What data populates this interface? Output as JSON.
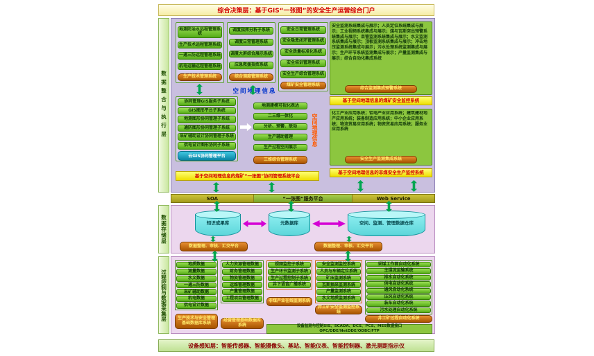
{
  "top_banner": "综合决策层：基于GIS“一张图”的安全生产运营综合门户",
  "bottom_banner": "设备感知层：智能传感器、智能摄像头、基站、智能仪表、智能控制器、激光测距指示仪",
  "side_labels": {
    "integration": "数据整合与执行层",
    "storage": "数据存储层",
    "process": "过程控制与数据采集层"
  },
  "integration_layer": {
    "tech_box": {
      "items": [
        "地测防治水远程管理系统",
        "生产技术远程管理系统",
        "一通三防远程管理系统",
        "机电运输远程管理系统"
      ],
      "button": "生产技术管理系统"
    },
    "dispatch_box": {
      "items": [
        "调度指挥分析子系统",
        "调度日常管理系统",
        "调度大屏综合展示系统",
        "应急救援指挥系统"
      ],
      "button": "综合调度管理系统"
    },
    "safety_box": {
      "items": [
        "安全日常管理系统",
        "安全隐患闭环管理系统",
        "安全质量标准化系统",
        "安全培训管理系统",
        "安全生产综合管理系统"
      ],
      "button": "煤矿安全管理系统"
    },
    "monitor_box": {
      "text": "安全监测系统集成与展示；人员定位系统集成与展示；工业视频系统集成与展示；煤与瓦斯突出预警系统集成与展示；束管监测系统集成与展示；水文监测系统集成与展示；顶板监测系统集成与展示；冲击地压监测系统集成与展示；污水处理系统监测集成与展示；生产环节系统监测集成与展示；产量监测集成与展示；综合自动化集成系统",
      "button": "综合监测集成预警系统",
      "banner": "基于空间地理信息的煤矿安全监控系统"
    },
    "gis_section": {
      "title": "空间地理信息",
      "side_title": "空间地理信息",
      "left_box": {
        "items": [
          "协同管理GIS服务子系统",
          "GIS图形平台子系统",
          "地测图形协同管理子系统",
          "通防图形协同管理子系统",
          "采矿辅助设计协同管理子系统",
          "供电设计图形协同子系统"
        ],
        "button": "云GIS协同管理平台"
      },
      "right_box": {
        "items": [
          "地测建模可视化表达",
          "二三维一体化",
          "分析、预警、联动",
          "生产辅助管理",
          "生产过程空间展示"
        ],
        "button": "三维综合管理系统"
      },
      "banner": "基于空间地理信息的煤矿“一张图”协同管理系统平台"
    },
    "industry_box": {
      "text": "化工产业应用系统；铝电产业应用系统；建筑建材地产应用系统；装备制造应用系统；中小企业应用系统；物流贸易应用系统；物资贸易应用系统；服务业应用系统",
      "button": "安全生产监测集成系统",
      "banner": "基于空间地理信息的非煤安全生产监控系统"
    }
  },
  "soa_bar": {
    "left": "SOA",
    "center": "“一张图”服务平台",
    "right": "Web Service"
  },
  "storage_layer": {
    "databases": [
      "知识成果库",
      "元数据库",
      "空间、监测、管理数据仓库"
    ],
    "buttons": [
      "数据整理、审核、汇交平台",
      "数据整理、审核、汇交平台"
    ]
  },
  "process_layer": {
    "columns": [
      {
        "items": [
          "地质数据",
          "测量数据",
          "水文数据",
          "一通三防数据",
          "采矿辅助数据",
          "机电数据",
          "供电设计数据"
        ],
        "button": "生产技术与安全管理基础数据库系统"
      },
      {
        "items": [
          "人力资源管理数据",
          "财务管理数据",
          "物资管理数据",
          "运维管理数据",
          "产量管理数据",
          "工程项目管理数据"
        ],
        "button": "经营管理基础数据库系统"
      },
      {
        "items": [
          "视频监控子系统",
          "生产环节监测子系统",
          "生产过程控制子系统",
          "井下语音广播系统"
        ],
        "button": "非煤产业在线监测系统"
      },
      {
        "items": [
          "安全监测监控系统",
          "人员与车辆定位系统",
          "矿压监测系统",
          "瓦斯抽采监测系统",
          "产量监测系统",
          "水文地质监测系统"
        ],
        "button": "井工矿安全监测监控系统"
      },
      {
        "items": [
          "采煤工作面自动化系统",
          "主煤流运输系统",
          "排水自动化系统",
          "供电自动化系统",
          "通风自动化系统",
          "压风自动化系统",
          "装车自动化系统",
          "污水处理自动化系统"
        ],
        "button": "井工矿过程自动化系统"
      }
    ],
    "interface_box": {
      "line1": "设备监测与控制SIS、SCADA、DCS、PCS、MES数据接口",
      "line2": "OPC/DDE/NetDDE/ODBC/FTP"
    }
  },
  "colors": {
    "banner_text": "#d40000",
    "green_item": "#6ab42c",
    "orange_button": "#c96a10",
    "yellow_bar": "#f5e400",
    "cylinder": "#7ce8ec",
    "arrow_green": "#00a651",
    "arrow_magenta": "#d400d4"
  }
}
